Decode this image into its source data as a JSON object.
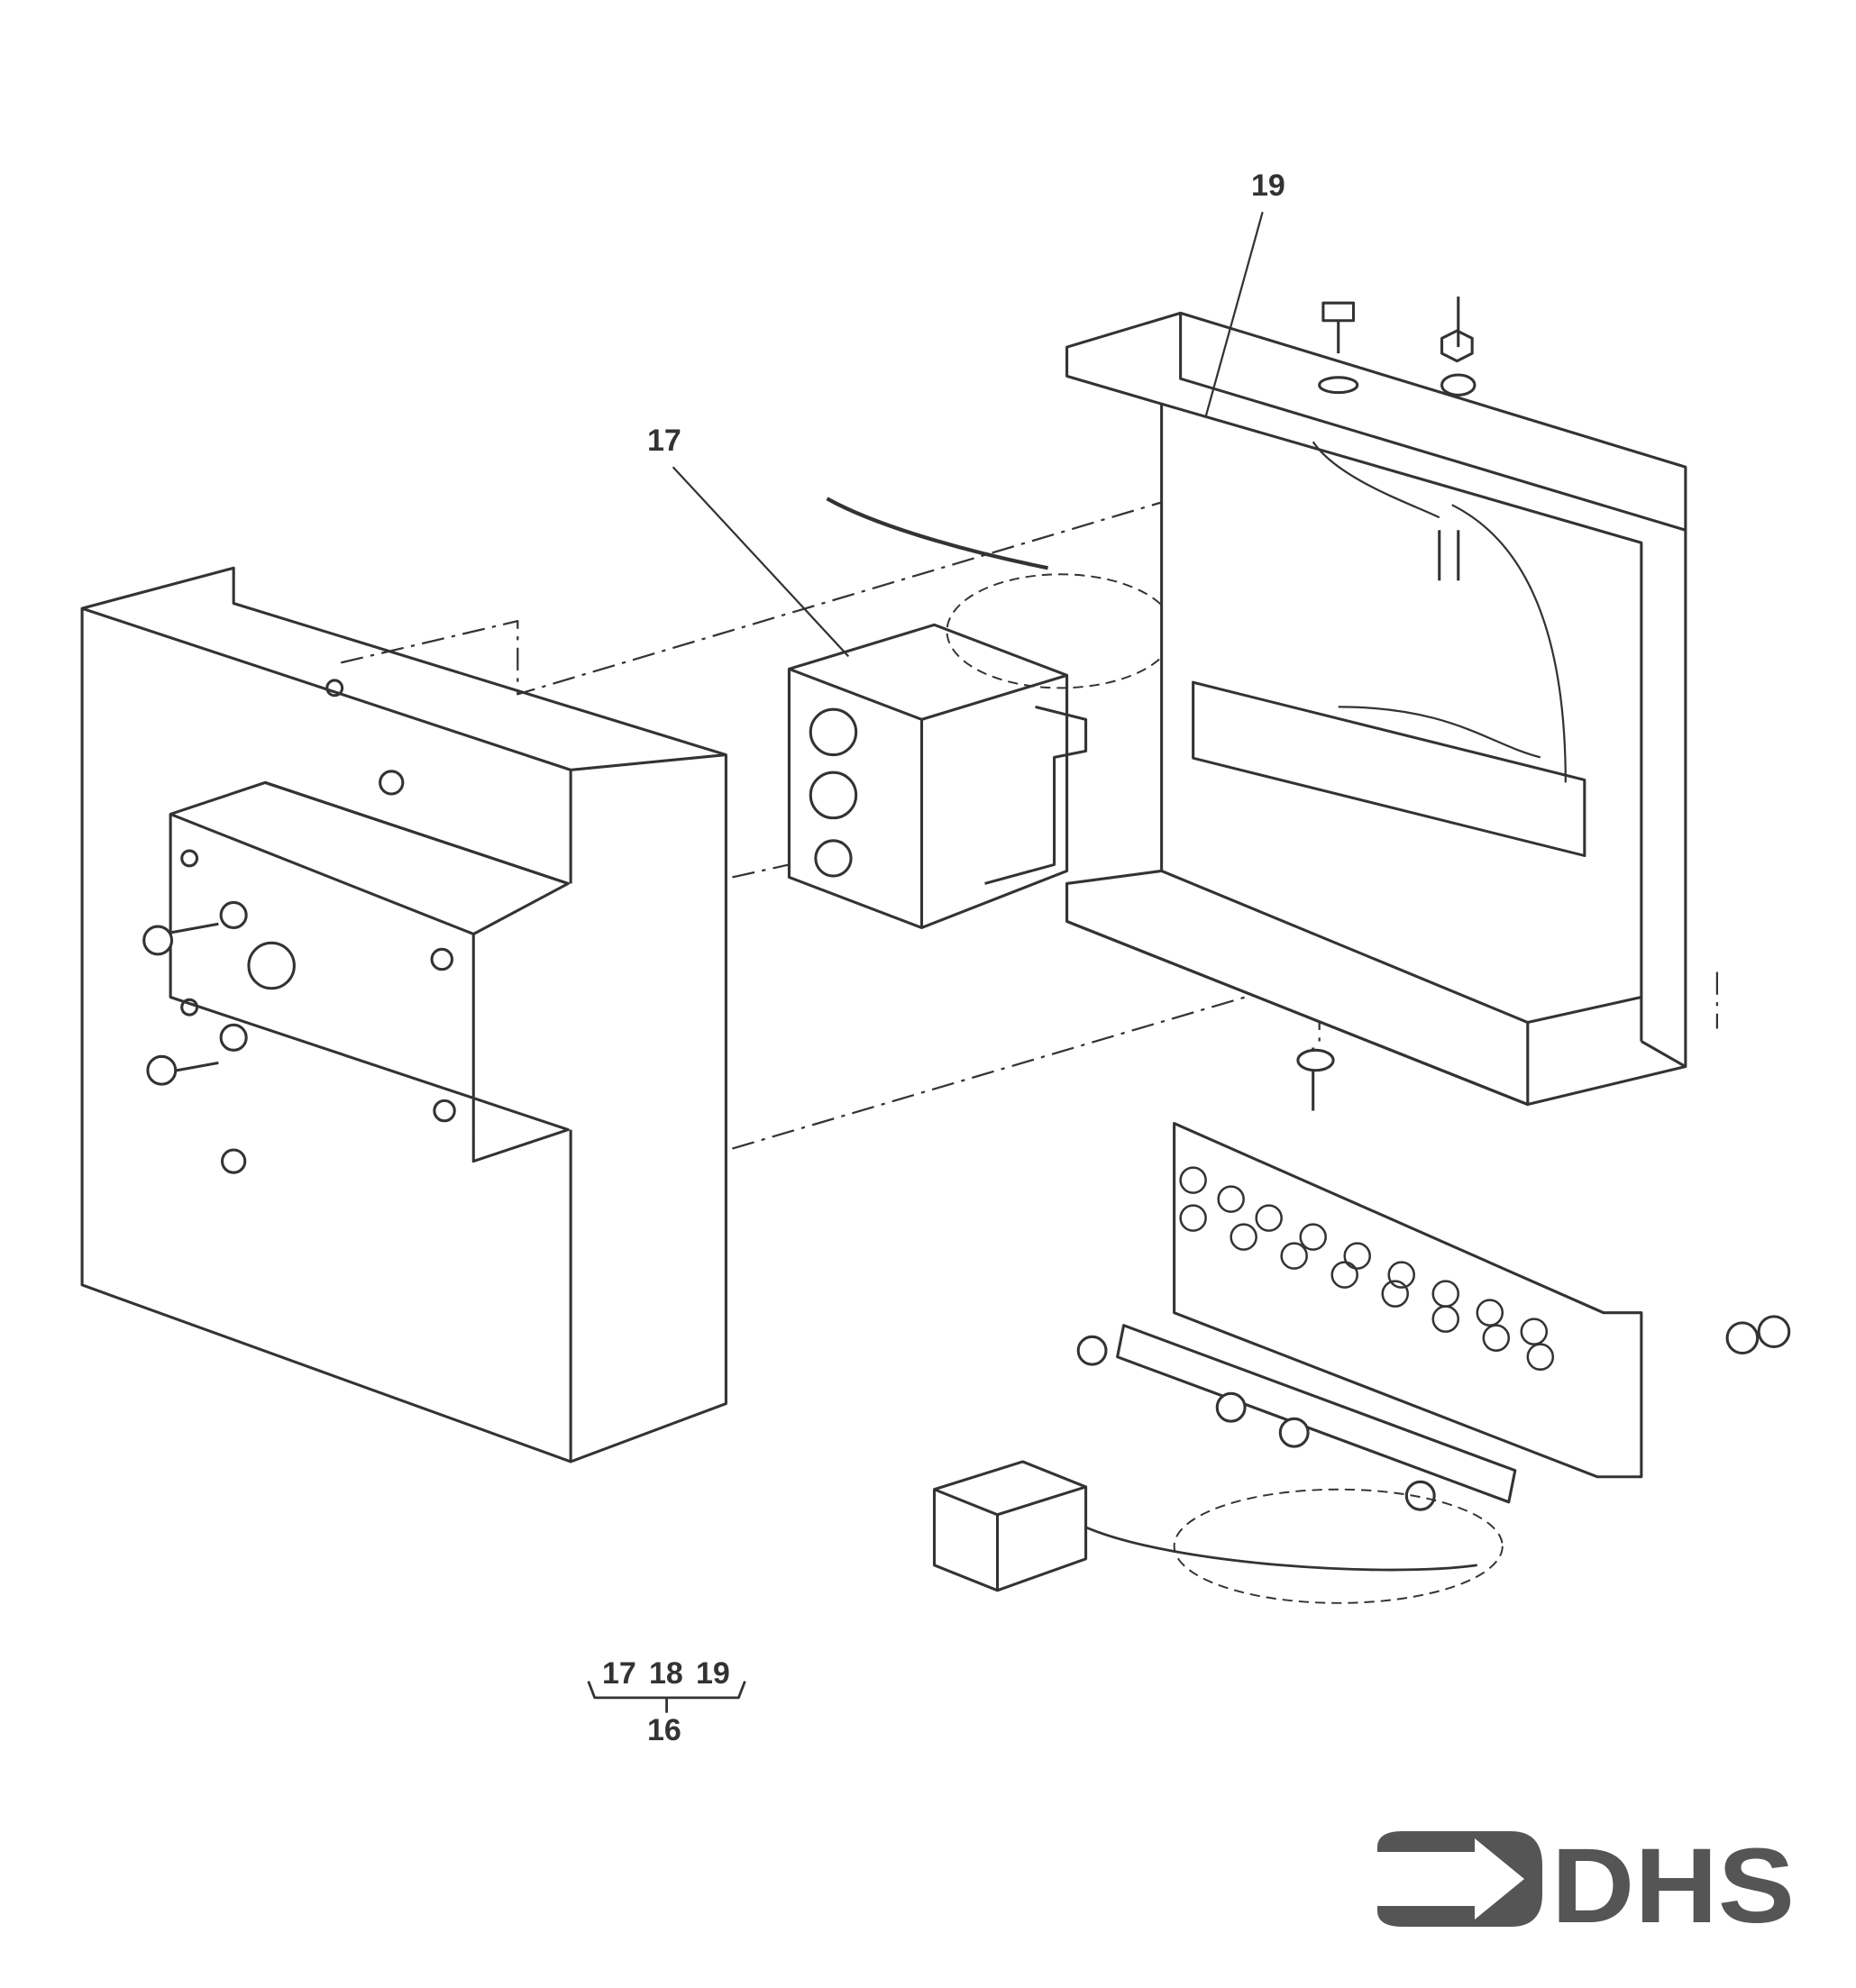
{
  "callouts": {
    "part_17": "17",
    "part_19": "19"
  },
  "assembly_key": {
    "components": [
      "17",
      "18",
      "19"
    ],
    "assembly": "16"
  },
  "logo": {
    "text": "DHS",
    "color": "#555555"
  }
}
